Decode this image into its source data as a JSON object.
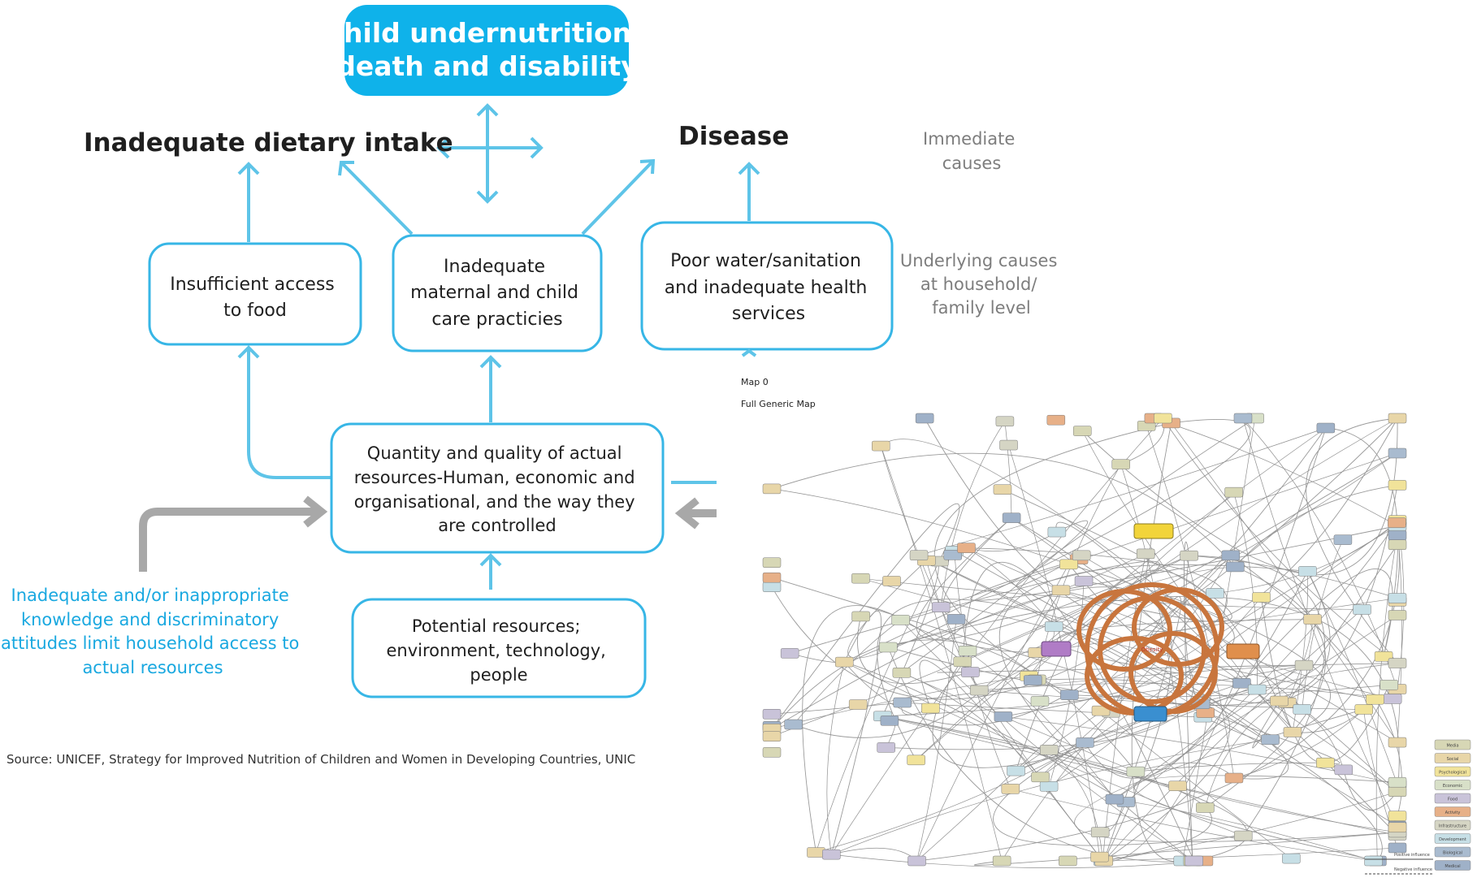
{
  "unicef": {
    "title_lines": [
      "Child undernutrition,",
      "death and disability"
    ],
    "dietary_intake": "Inadequate dietary intake",
    "disease": "Disease",
    "immediate_lines": [
      "Immediate",
      "causes"
    ],
    "food_lines": [
      "Insufficient access",
      "to food"
    ],
    "care_lines": [
      "Inadequate",
      "maternal and child",
      "care practicies"
    ],
    "water_lines": [
      "Poor water/sanitation",
      "and inadequate health",
      "services"
    ],
    "underlying_lines": [
      "Underlying causes",
      "at household/",
      "family level"
    ],
    "resources_lines": [
      "Quantity and quality of actual",
      "resources-Human, economic and",
      "organisational, and the way they",
      "are controlled"
    ],
    "potential_lines": [
      "Potential resources;",
      "environment, technology,",
      "people"
    ],
    "knowledge_lines": [
      "Inadequate and/or inappropriate",
      "knowledge and discriminatory",
      "attitudes limit household access to",
      "actual resources"
    ],
    "source": "Source: UNICEF, Strategy for Improved Nutrition of Children and Women in Developing Countries, UNIC",
    "colors": {
      "title_fill": "#0fb2ea",
      "box_stroke": "#37b6e6",
      "arrow": "#5ec4e8",
      "gray_arrow": "#a8a8a8",
      "blue_text": "#19a8e0"
    }
  },
  "map": {
    "title": "Map 0",
    "subtitle": "Full Generic Map",
    "center_label": "Obesity",
    "legend": [
      "Media",
      "Social",
      "Psychological",
      "Economic",
      "Food",
      "Activity",
      "Infrastructure",
      "Development",
      "Biological",
      "Medical"
    ],
    "legend_colors": [
      "#d7d7b5",
      "#e8d6a8",
      "#f1e39a",
      "#d8e0c8",
      "#c9c3d9",
      "#e7b088",
      "#d5d5c4",
      "#c7dfe6",
      "#a9bbcf",
      "#9fb1c8"
    ],
    "influence": [
      "Positive influence",
      "Negative influence"
    ]
  }
}
